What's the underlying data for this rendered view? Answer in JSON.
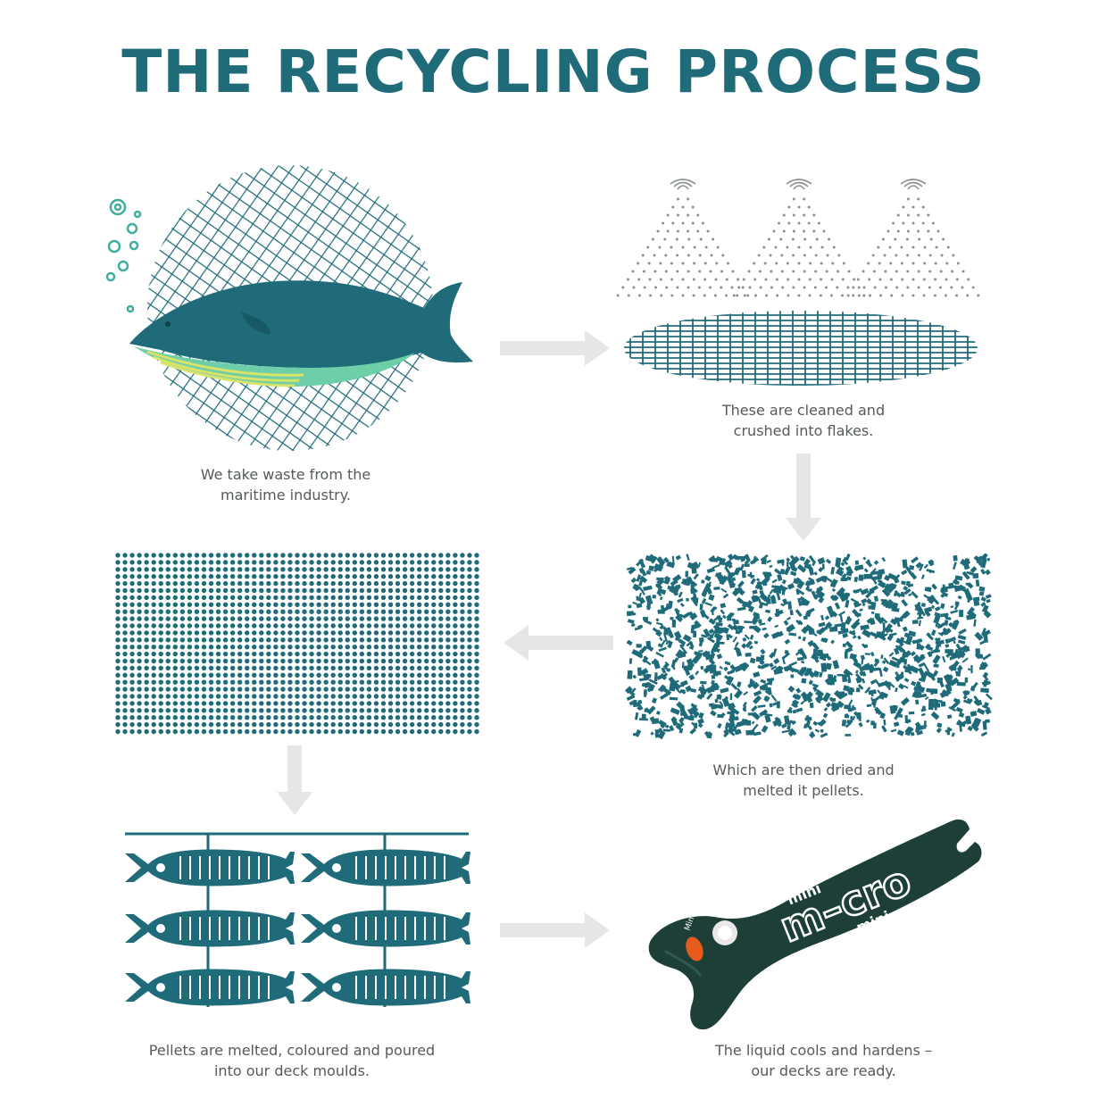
{
  "title": "THE RECYCLING PROCESS",
  "colors": {
    "teal": "#1f6b7a",
    "teal_light": "#3fae9e",
    "whale_belly": "#6ccfa8",
    "stripes": "#d9e36a",
    "arrow": "#e6e6e6",
    "caption": "#555a5c",
    "scooter": "#1d3f38",
    "dots_grey": "#8a8f91"
  },
  "steps": [
    {
      "id": "waste",
      "caption_lines": [
        "We take waste from the",
        "maritime industry."
      ],
      "icon": "whale-in-net"
    },
    {
      "id": "clean",
      "caption_lines": [
        "These are cleaned and",
        "crushed into flakes."
      ],
      "icon": "spray-and-net"
    },
    {
      "id": "flakes",
      "caption_lines": [
        "Which are then dried and",
        "melted it pellets."
      ],
      "icon": "flakes"
    },
    {
      "id": "pellets",
      "caption_lines": [],
      "icon": "pellet-grid"
    },
    {
      "id": "moulds",
      "caption_lines": [
        "Pellets are melted, coloured and poured",
        "into our deck moulds."
      ],
      "icon": "fish-moulds"
    },
    {
      "id": "deck",
      "caption_lines": [
        "The liquid cools and hardens –",
        "our decks are ready."
      ],
      "icon": "scooter-deck"
    }
  ],
  "deck_branding": {
    "brand": "m–cro",
    "model_top": "mini",
    "model_bottom": "mini",
    "side_label": "Mini"
  }
}
